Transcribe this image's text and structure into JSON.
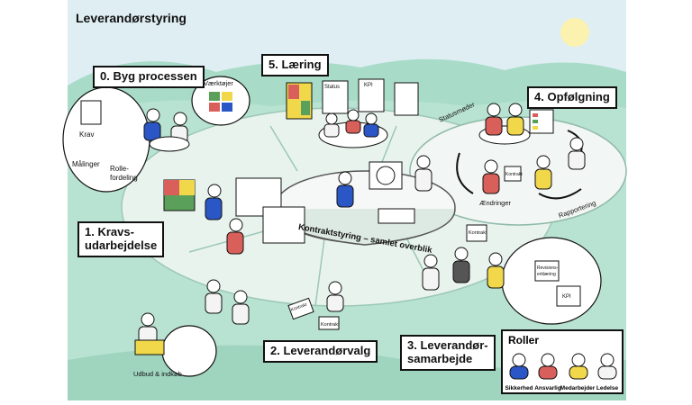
{
  "title": "Leverandørstyring",
  "center": "Kontraktstyring – samlet overblik",
  "steps": {
    "s0": "0. Byg processen",
    "s1_line1": "1. Kravs-",
    "s1_line2": "udarbejdelse",
    "s2": "2. Leverandørvalg",
    "s3_line1": "3. Leverandør-",
    "s3_line2": "samarbejde",
    "s4": "4. Opfølgning",
    "s5": "5. Læring"
  },
  "annotations": {
    "krav": "Krav",
    "maalinger": "Målinger",
    "rolle1": "Rolle-",
    "rolle2": "fordeling",
    "vaerktoejer": "Værktøjer",
    "status": "Status",
    "kpi_board": "KPI",
    "statusmoeder": "Statusmøder",
    "aendringer": "Ændringer",
    "rapportering": "Rapportering",
    "udbud": "Udbud & indkøb",
    "kontrakt1": "Kontrakt",
    "kontrakt2": "Kontrakt",
    "kontrakt3": "Kontrakt",
    "kontrakt4": "Kontrakt",
    "revision1": "Revisions-",
    "revision2": "erklæring",
    "kpi_doc": "KPI"
  },
  "roles": {
    "title": "Roller",
    "items": [
      {
        "name": "Sikkerhed",
        "color": "#2a56c6"
      },
      {
        "name": "Ansvarlig",
        "color": "#d9605a"
      },
      {
        "name": "Medarbejder",
        "color": "#f0d84a"
      },
      {
        "name": "Ledelse",
        "color": "#f4f4f4"
      }
    ]
  },
  "colors": {
    "sky": "#dfeef3",
    "hills": "#a8dcc8",
    "ground": "#c5e8d9",
    "ring": "#eef5f2",
    "sun": "#fbf2b0",
    "sikkerhed": "#2a56c6",
    "ansvarlig": "#d9605a",
    "medarbejder": "#f0d84a"
  }
}
